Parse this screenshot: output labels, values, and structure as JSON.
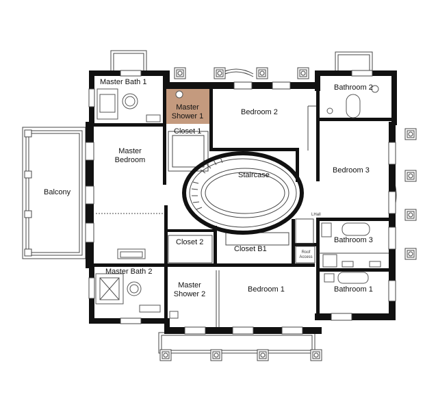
{
  "colors": {
    "wall": "#111111",
    "thin": "#444444",
    "fixture": "#555555",
    "highlight": "#c49a7e",
    "background": "#ffffff"
  },
  "rooms": {
    "master_bath_1": "Master Bath 1",
    "master_shower_1": "Master Shower 1",
    "bedroom_2": "Bedroom 2",
    "bathroom_2": "Bathroom 2",
    "closet_1": "Closet 1",
    "master_bedroom": "Master Bedroom",
    "balcony": "Balcony",
    "staircase": "Staircase",
    "bedroom_3": "Bedroom 3",
    "closet_2": "Closet 2",
    "closet_b1": "Closet B1",
    "bathroom_3": "Bathroom 3",
    "master_bath_2": "Master Bath 2",
    "master_shower_2": "Master Shower 2",
    "bedroom_1": "Bedroom 1",
    "bathroom_1": "Bathroom 1"
  },
  "small_labels": {
    "lhall": "LHall",
    "roof_access": "Roof Access"
  },
  "highlighted_room": "master_shower_1"
}
